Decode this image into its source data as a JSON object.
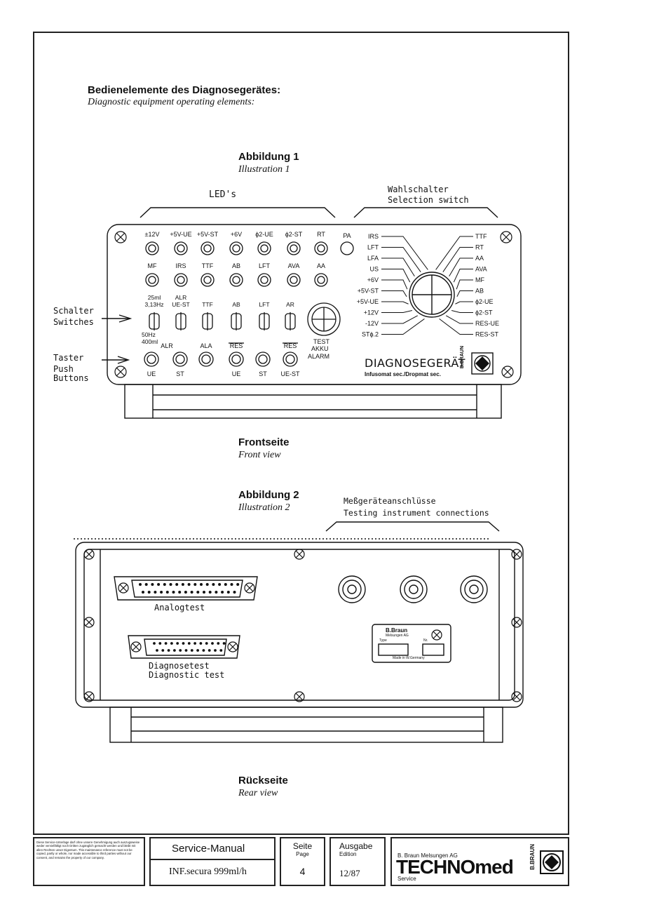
{
  "header": {
    "title_de": "Bedienelemente des Diagnosegerätes:",
    "title_en": "Diagnostic equipment operating elements:"
  },
  "fig1": {
    "label_de": "Abbildung 1",
    "label_en": "Illustration 1",
    "leds_label": "LED's",
    "selector_de": "Wahlschalter",
    "selector_en": "Selection switch",
    "switches_de": "Schalter",
    "switches_en": "Switches",
    "buttons_de": "Taster",
    "buttons_en1": "Push",
    "buttons_en2": "Buttons",
    "led_row1": [
      "±12V",
      "+5V-UE",
      "+5V-ST",
      "+6V",
      "ϕ2-UE",
      "ϕ2-ST",
      "RT",
      "PA"
    ],
    "led_row2": [
      "MF",
      "IRS",
      "TTF",
      "AB",
      "LFT",
      "AVA",
      "AA"
    ],
    "switch_top": [
      "25ml\n3,13Hz",
      "ALR\nUE-ST",
      "TTF",
      "AB",
      "LFT",
      "AR"
    ],
    "switch_bottom": "50Hz\n400ml",
    "test_label": "TEST\nAKKU\nALARM",
    "button_top": [
      "ALR",
      "",
      "ALA",
      "RES",
      "",
      "RES"
    ],
    "button_bottom": [
      "UE",
      "ST",
      "",
      "UE",
      "ST",
      "UE-ST"
    ],
    "selector_left": [
      "IRS",
      "LFT",
      "LFA",
      "US",
      "+6V",
      "+5V-ST",
      "+5V-UE",
      "+12V",
      "-12V",
      "STϕ.2"
    ],
    "selector_right": [
      "TTF",
      "RT",
      "AA",
      "AVA",
      "MF",
      "AB",
      "ϕ2-UE",
      "ϕ2-ST",
      "RES-UE",
      "RES-ST"
    ],
    "device_name": "DIAGNOSEGERÄT",
    "device_sub": "Infusomat sec./Dropmat sec.",
    "brand_vertical": "B.BRAUN",
    "caption_de": "Frontseite",
    "caption_en": "Front view"
  },
  "fig2": {
    "label_de": "Abbildung 2",
    "label_en": "Illustration 2",
    "conn_de": "Meßgeräteanschlüsse",
    "conn_en": "Testing instrument connections",
    "analog": "Analogtest",
    "diag_de": "Diagnosetest",
    "diag_en": "Diagnostic test",
    "plate_brand": "B.Braun",
    "plate_sub": "Melsungen AG",
    "plate_typ": "Type",
    "plate_nr": "Nr.",
    "plate_made": "Made in W.Germany",
    "caption_de": "Rückseite",
    "caption_en": "Rear view"
  },
  "footer": {
    "legal": "Diese Service-Unterlage darf ohne unsere Genehmigung auch auszugsweise weder vervielfältigt noch Dritten zugänglich gemacht werden und bleibt mit allen Rechten unser Eigentum. This maintenance reference must not be copied, partly or whole, nor made accessible to third parties without our consent, and remains the property of our company.",
    "manual": "Service-Manual",
    "product": "INF.secura 999ml/h",
    "seite_de": "Seite",
    "seite_en": "Page",
    "page_no": "4",
    "ausgabe_de": "Ausgabe",
    "ausgabe_en": "Edition",
    "edition": "12/87",
    "company": "B. Braun Melsungen AG",
    "logo": "TECHNOmed",
    "service": "Service",
    "brand": "B.BRAUN"
  }
}
